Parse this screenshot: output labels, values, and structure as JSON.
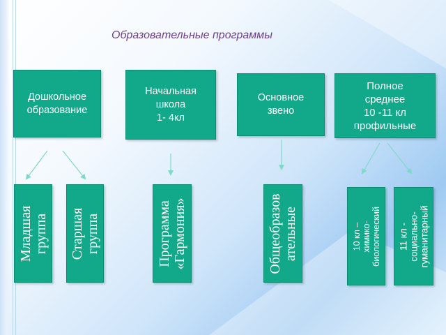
{
  "title": "Образовательные программы",
  "levels": [
    {
      "label": "Дошкольное\nобразование"
    },
    {
      "label": "Начальная\nшкола\n1- 4кл"
    },
    {
      "label": "Основное\nзвено"
    },
    {
      "label": "Полное\nсреднее\n10 -11 кл\nпрофильные"
    }
  ],
  "programs": [
    {
      "label": "Младшая\nгруппа"
    },
    {
      "label": "Старшая\nгруппа"
    },
    {
      "label": "Программа\n«Гармония»"
    },
    {
      "label": "Общеобразов\nательные"
    },
    {
      "label": "10 кл – химико-\nбиологический"
    },
    {
      "label": "11 кл -\nсоциально-\nгуманитарный"
    }
  ],
  "colors": {
    "box": "#12a98a",
    "title": "#6b3f8f",
    "arrow": "#7fd9c8"
  }
}
